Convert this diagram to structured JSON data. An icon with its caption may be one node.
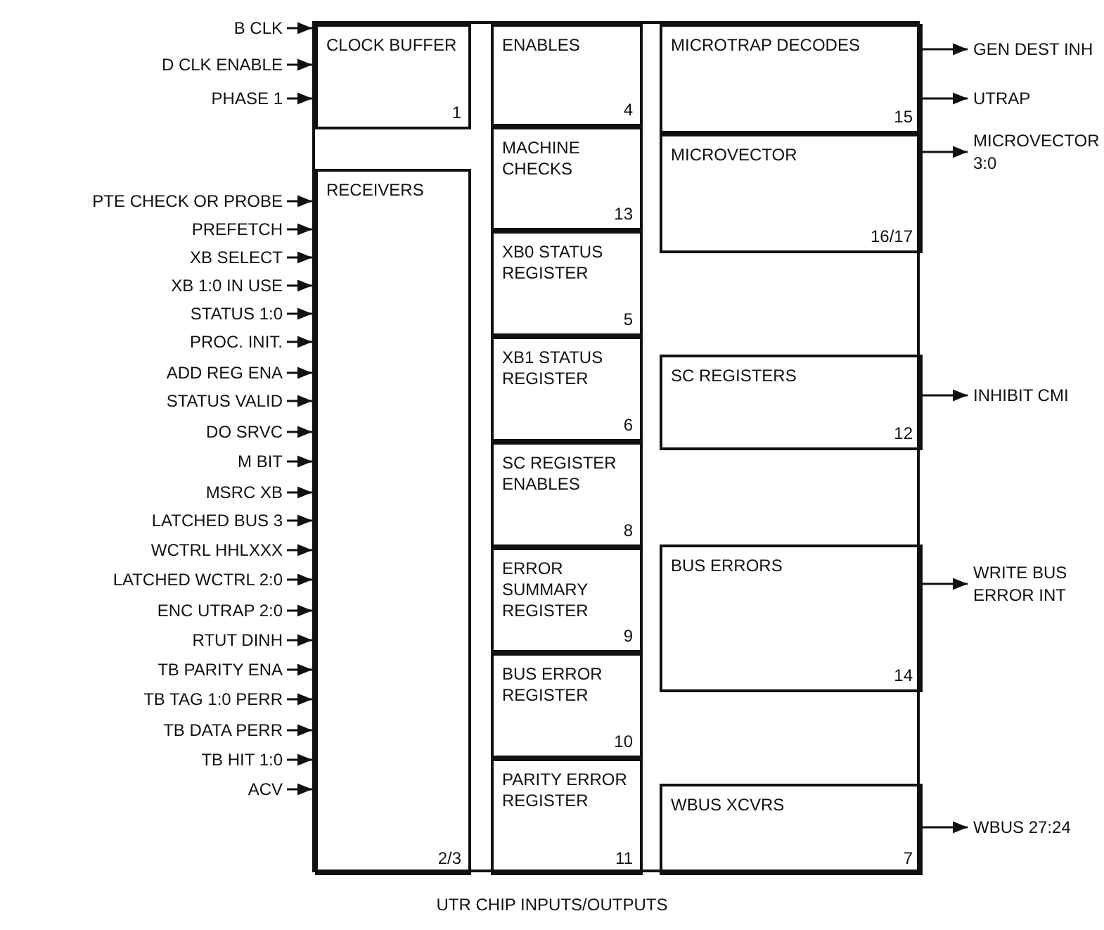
{
  "diagram": {
    "caption": "UTR CHIP INPUTS/OUTPUTS",
    "nodes": [
      {
        "text": [],
        "shape": "box"
      },
      {
        "text": [
          "CLOCK BUFFER",
          "1"
        ],
        "in": 0
      },
      {
        "text": [
          "ENABLES",
          "4"
        ],
        "in": 0
      },
      {
        "text": [
          "MICROTRAP DECODES",
          "15"
        ],
        "in": 0
      },
      {
        "text": [
          "MACHINE CHECKS",
          "13"
        ],
        "in": 0
      },
      {
        "text": [
          "MICROVECTOR",
          "16/17"
        ],
        "in": 0
      },
      {
        "text": [
          "RECEIVERS",
          "2/3"
        ],
        "in": 0
      },
      {
        "text": [
          "XB0 STATUS REGISTER",
          "5"
        ],
        "in": 0
      },
      {
        "text": [
          "XB1 STATUS REGISTER",
          "6"
        ],
        "in": 0
      },
      {
        "text": [
          "SC REGISTERS",
          "12"
        ],
        "in": 0
      },
      {
        "text": [
          "SC REGISTER ENABLES",
          "8"
        ],
        "in": 0
      },
      {
        "text": [
          "ERROR SUMMARY REGISTER",
          "9"
        ],
        "in": 0
      },
      {
        "text": [
          "BUS ERRORS",
          "14"
        ],
        "in": 0
      },
      {
        "text": [
          "BUS ERROR REGISTER",
          "10"
        ],
        "in": 0
      },
      {
        "text": [
          "PARITY ERROR REGISTER",
          "11"
        ],
        "in": 0
      },
      {
        "text": [
          "WBUS XCVRS",
          "7"
        ],
        "in": 0
      },
      {
        "text": [
          "B CLK"
        ]
      },
      {
        "text": [
          "D CLK ENABLE"
        ]
      },
      {
        "text": [
          "PHASE 1"
        ]
      },
      {
        "text": [
          "PTE CHECK OR PROBE"
        ]
      },
      {
        "text": [
          "PREFETCH"
        ]
      },
      {
        "text": [
          "XB SELECT"
        ]
      },
      {
        "text": [
          "XB 1:0 IN USE"
        ]
      },
      {
        "text": [
          "STATUS 1:0"
        ]
      },
      {
        "text": [
          "PROC. INIT."
        ]
      },
      {
        "text": [
          "ADD REG ENA"
        ]
      },
      {
        "text": [
          "STATUS VALID"
        ]
      },
      {
        "text": [
          "DO SRVC"
        ]
      },
      {
        "text": [
          "M BIT"
        ]
      },
      {
        "text": [
          "MSRC XB"
        ]
      },
      {
        "text": [
          "LATCHED BUS 3"
        ]
      },
      {
        "text": [
          "WCTRL HHLXXX"
        ]
      },
      {
        "text": [
          "LATCHED WCTRL 2:0"
        ]
      },
      {
        "text": [
          "ENC UTRAP 2:0"
        ]
      },
      {
        "text": [
          "RTUT DINH"
        ]
      },
      {
        "text": [
          "TB PARITY ENA"
        ]
      },
      {
        "text": [
          "TB TAG 1:0 PERR"
        ]
      },
      {
        "text": [
          "TB DATA PERR"
        ]
      },
      {
        "text": [
          "TB HIT 1:0"
        ]
      },
      {
        "text": [
          "ACV"
        ]
      },
      {
        "text": [
          "GEN DEST INH"
        ]
      },
      {
        "text": [
          "UTRAP"
        ]
      },
      {
        "text": [
          "MICROVECTOR 3:0"
        ]
      },
      {
        "text": [
          "INHIBIT CMI"
        ]
      },
      {
        "text": [
          "WRITE BUS ERROR INT"
        ]
      },
      {
        "text": [
          "WBUS 27:24"
        ]
      }
    ],
    "edges": [
      {
        "from": 16,
        "to": 1,
        "arrow": "to"
      },
      {
        "from": 17,
        "to": 1,
        "arrow": "to"
      },
      {
        "from": 18,
        "to": 1,
        "arrow": "to"
      },
      {
        "from": 19,
        "to": 6,
        "arrow": "to"
      },
      {
        "from": 20,
        "to": 6,
        "arrow": "to"
      },
      {
        "from": 21,
        "to": 6,
        "arrow": "to"
      },
      {
        "from": 22,
        "to": 6,
        "arrow": "to"
      },
      {
        "from": 23,
        "to": 6,
        "arrow": "to"
      },
      {
        "from": 24,
        "to": 6,
        "arrow": "to"
      },
      {
        "from": 25,
        "to": 6,
        "arrow": "to"
      },
      {
        "from": 26,
        "to": 6,
        "arrow": "to"
      },
      {
        "from": 27,
        "to": 6,
        "arrow": "to"
      },
      {
        "from": 28,
        "to": 6,
        "arrow": "to"
      },
      {
        "from": 29,
        "to": 6,
        "arrow": "to"
      },
      {
        "from": 30,
        "to": 6,
        "arrow": "to"
      },
      {
        "from": 31,
        "to": 6,
        "arrow": "to"
      },
      {
        "from": 32,
        "to": 6,
        "arrow": "to"
      },
      {
        "from": 33,
        "to": 6,
        "arrow": "to"
      },
      {
        "from": 34,
        "to": 6,
        "arrow": "to"
      },
      {
        "from": 35,
        "to": 6,
        "arrow": "to"
      },
      {
        "from": 36,
        "to": 6,
        "arrow": "to"
      },
      {
        "from": 37,
        "to": 6,
        "arrow": "to"
      },
      {
        "from": 38,
        "to": 6,
        "arrow": "to"
      },
      {
        "from": 39,
        "to": 6,
        "arrow": "to"
      },
      {
        "from": 3,
        "to": 40,
        "arrow": "to"
      },
      {
        "from": 3,
        "to": 41,
        "arrow": "to"
      },
      {
        "from": 5,
        "to": 42,
        "arrow": "to"
      },
      {
        "from": 9,
        "to": 43,
        "arrow": "to"
      },
      {
        "from": 12,
        "to": 44,
        "arrow": "to"
      },
      {
        "from": 15,
        "to": 45,
        "arrow": "to"
      }
    ]
  }
}
